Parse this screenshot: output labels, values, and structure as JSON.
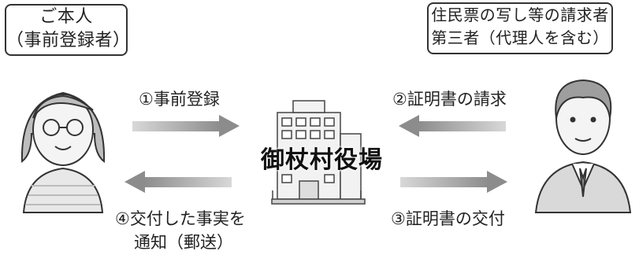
{
  "box_left": {
    "line1": "ご本人",
    "line2": "（事前登録者）"
  },
  "box_right": {
    "line1": "住民票の写し等の請求者",
    "line2": "第三者（代理人を含む）"
  },
  "steps": {
    "s1": "①事前登録",
    "s2": "②証明書の請求",
    "s3": "③証明書の交付",
    "s4_line1": "④交付した事実を",
    "s4_line2": "通知（郵送）"
  },
  "office": "御杖村役場",
  "colors": {
    "arrow": "#8c8c8c",
    "outline": "#333333",
    "figure_fill": "#e6e6e6"
  }
}
